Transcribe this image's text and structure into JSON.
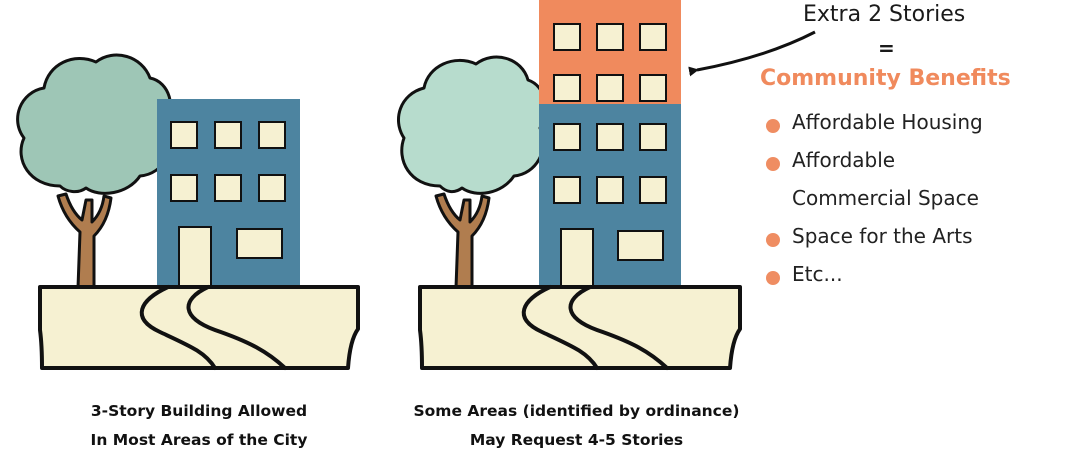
{
  "captions": {
    "left_line1": "3-Story Building Allowed",
    "left_line2": "In Most Areas of the City",
    "right_line1": "Some Areas (identified by ordinance)",
    "right_line2": "May Request 4-5 Stories"
  },
  "callout": {
    "extra": "Extra 2 Stories",
    "equals": "=",
    "title": "Community Benefits"
  },
  "benefits": [
    "Affordable Housing",
    "Affordable\nCommercial Space",
    "Space for the Arts",
    "Etc..."
  ],
  "colors": {
    "tree": "#9ec6b6",
    "trunk": "#b07d4f",
    "building_base": "#4d84a0",
    "extra_floors": "#f08a5d",
    "window": "#f6f1d2",
    "ground": "#f6f1d2",
    "accent": "#f08a5d"
  }
}
